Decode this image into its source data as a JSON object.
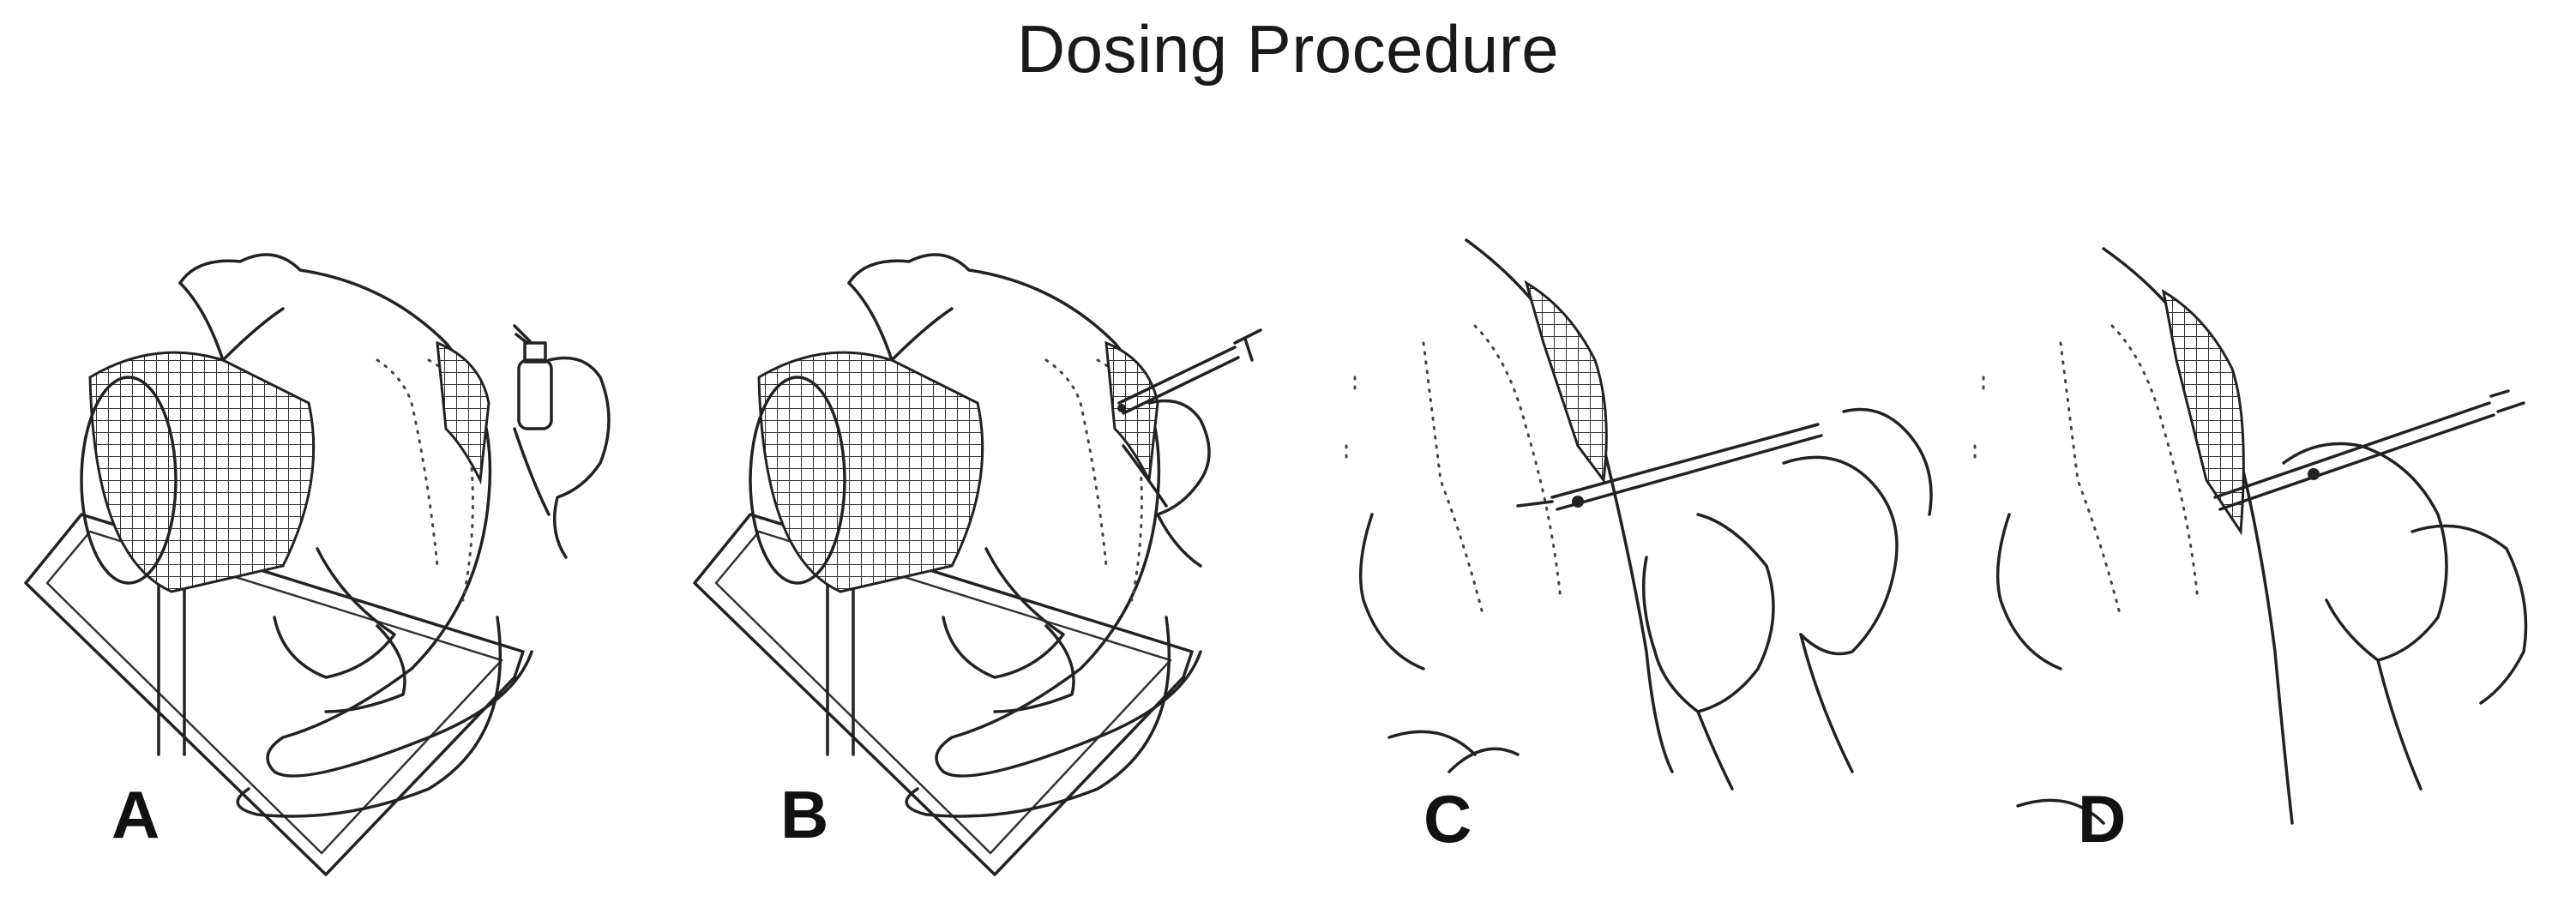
{
  "title": "Dosing Procedure",
  "panels": [
    {
      "label": "A"
    },
    {
      "label": "B"
    },
    {
      "label": "C"
    },
    {
      "label": "D"
    }
  ]
}
